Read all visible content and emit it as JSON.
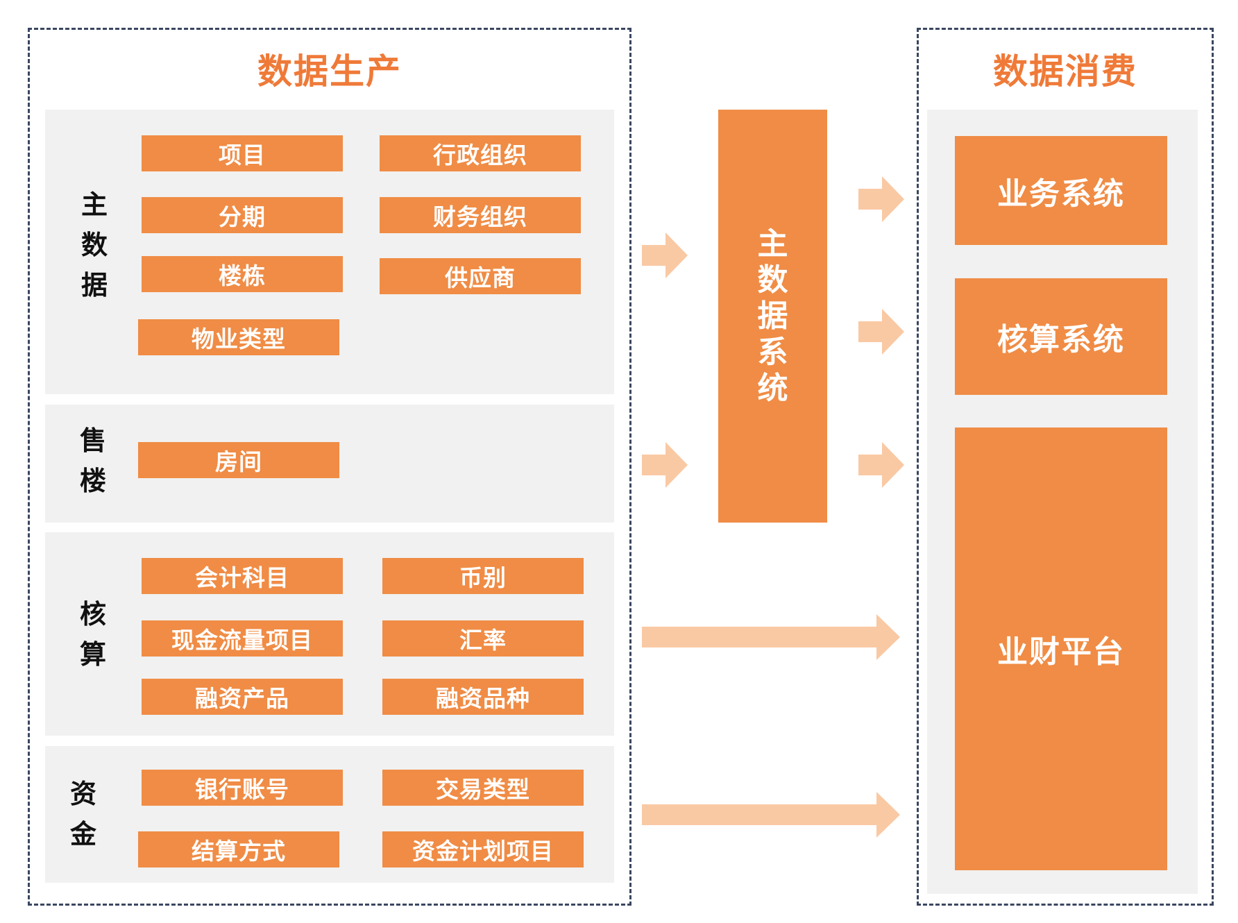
{
  "production": {
    "title": "数据生产",
    "groups": [
      {
        "label": "主\n数\n据",
        "items": [
          "项目",
          "行政组织",
          "分期",
          "财务组织",
          "楼栋",
          "供应商",
          "物业类型"
        ]
      },
      {
        "label": "售\n楼",
        "items": [
          "房间"
        ]
      },
      {
        "label": "核\n算",
        "items": [
          "会计科目",
          "币别",
          "现金流量项目",
          "汇率",
          "融资产品",
          "融资品种"
        ]
      },
      {
        "label": "资\n金",
        "items": [
          "银行账号",
          "交易类型",
          "结算方式",
          "资金计划项目"
        ]
      }
    ]
  },
  "hub": {
    "label": "主\n数\n据\n系\n统"
  },
  "consumption": {
    "title": "数据消费",
    "systems": [
      "业务系统",
      "核算系统",
      "业财平台"
    ]
  },
  "colors": {
    "accent": "#f08c45",
    "title": "#ef7a38",
    "arrow": "#f9c9a4",
    "panel": "#f1f1f1",
    "border": "#3a4660"
  }
}
